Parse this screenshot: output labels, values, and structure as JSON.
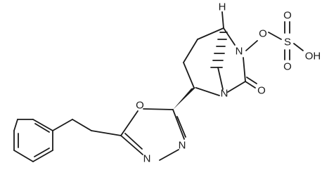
{
  "molecule": {
    "atoms": {
      "h_stereo": "H",
      "n_bridge": "N",
      "n_amide": "N",
      "o_ring": "O",
      "n_ring_left": "N",
      "n_ring_right": "N",
      "o_carbonyl": "O",
      "o_ester": "O",
      "s_sulfur": "S",
      "o_sulfonyl_top": "O",
      "o_sulfonyl_bottom": "O",
      "oh_group": "OH"
    }
  }
}
